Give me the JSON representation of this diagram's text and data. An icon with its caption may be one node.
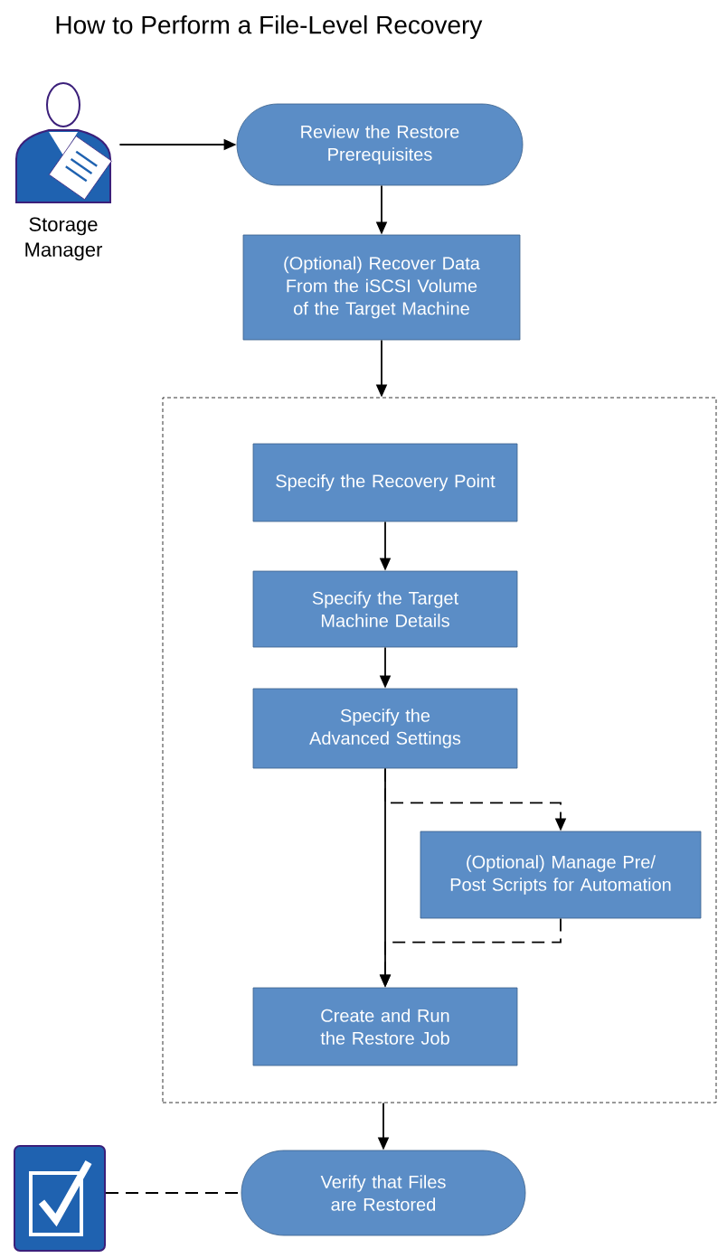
{
  "diagram": {
    "title": "How to Perform a File-Level Recovery",
    "nodes": [
      {
        "text": [
          "Storage Manager"
        ]
      },
      {
        "text": [
          "Review the Restore Prerequisites"
        ]
      },
      {
        "text": [
          "(Optional) Recover Data From the iSCSI Volume of the Target Machine"
        ]
      },
      {
        "text": [],
        "shape": "box"
      },
      {
        "text": [
          "Specify the Recovery Point"
        ],
        "in": 3
      },
      {
        "text": [
          "Specify the Target Machine Details"
        ],
        "in": 3
      },
      {
        "text": [
          "Specify the Advanced Settings"
        ],
        "in": 3
      },
      {
        "text": [
          "(Optional) Manage Pre/ Post Scripts for Automation"
        ],
        "in": 3
      },
      {
        "text": [
          "Create and Run the Restore Job"
        ],
        "in": 3
      },
      {
        "text": [
          "Verify that Files are Restored"
        ]
      },
      {
        "text": [],
        "shape": "checkbox"
      }
    ],
    "edges": [
      {
        "from": 0,
        "to": 1,
        "arrow": "to"
      },
      {
        "from": 1,
        "to": 2,
        "arrow": "to"
      },
      {
        "from": 2,
        "to": 3,
        "arrow": "to"
      },
      {
        "from": 4,
        "to": 5,
        "arrow": "to"
      },
      {
        "from": 5,
        "to": 6,
        "arrow": "to"
      },
      {
        "from": 6,
        "to": 8,
        "arrow": "to"
      },
      {
        "from": 6,
        "to": 7,
        "arrow": "to",
        "style": "dashed"
      },
      {
        "from": 7,
        "to": 8,
        "arrow": "to",
        "style": "dashed"
      },
      {
        "from": 3,
        "to": 9,
        "arrow": "to"
      },
      {
        "from": 10,
        "to": 9,
        "arrow": "none",
        "style": "dashed"
      }
    ]
  }
}
